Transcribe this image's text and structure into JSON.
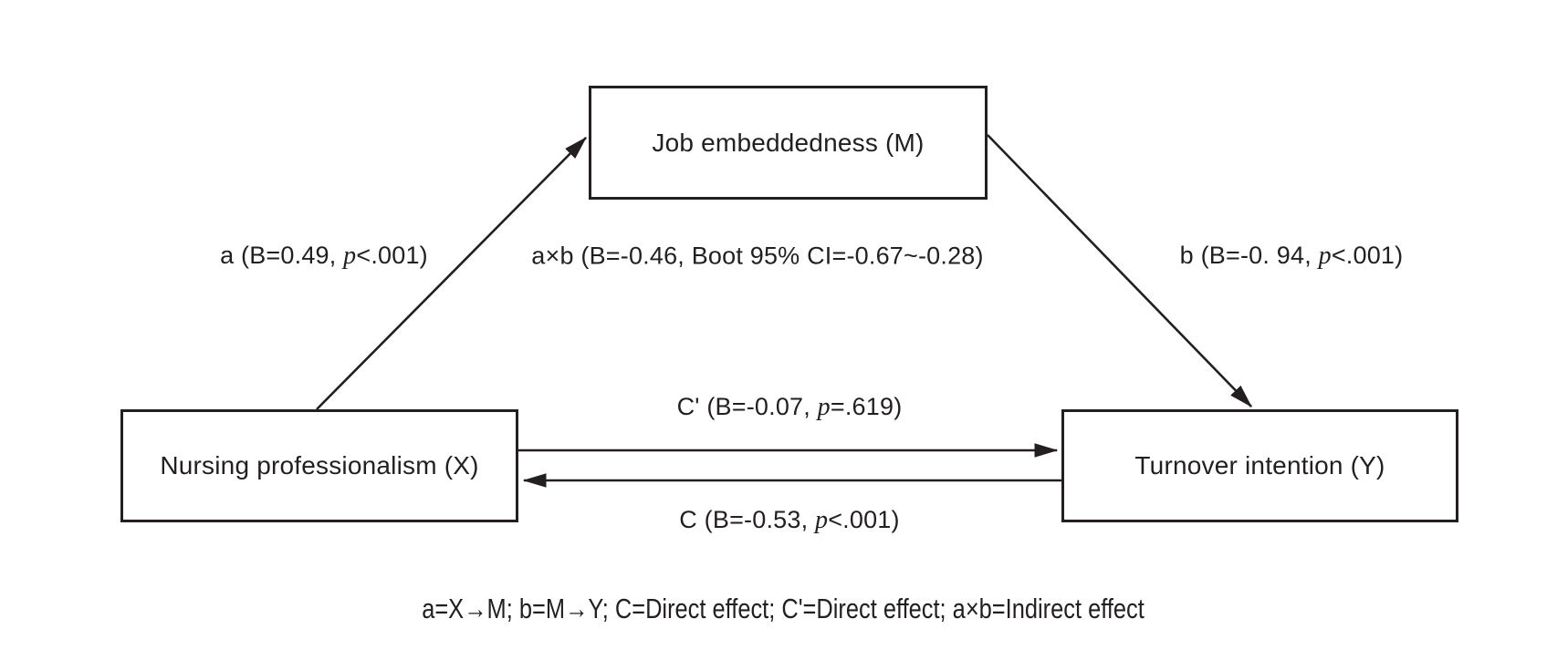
{
  "figure": {
    "background": "#ffffff",
    "ink": "#231f20"
  },
  "boxes": {
    "mediator": {
      "label": "Job embeddedness (M)"
    },
    "independent": {
      "label": "Nursing professionalism (X)"
    },
    "dependent": {
      "label": "Turnover intention (Y)"
    }
  },
  "paths": {
    "a": {
      "prefix": "a (B=0.49, ",
      "p": "p",
      "suffix": "<.001)"
    },
    "b": {
      "prefix": "b (B=-0. 94, ",
      "p": "p",
      "suffix": "<.001)"
    },
    "c_prime": {
      "prefix": "C' (B=-0.07, ",
      "p": "p",
      "suffix": "=.619)"
    },
    "c": {
      "prefix": "C (B=-0.53, ",
      "p": "p",
      "suffix": "<.001)"
    },
    "indirect": {
      "label": "a×b (B=-0.46, Boot 95% CI=-0.67~-0.28)"
    }
  },
  "note": "a=X→M; b=M→Y; C=Direct effect; C'=Direct effect; a×b=Indirect effect"
}
